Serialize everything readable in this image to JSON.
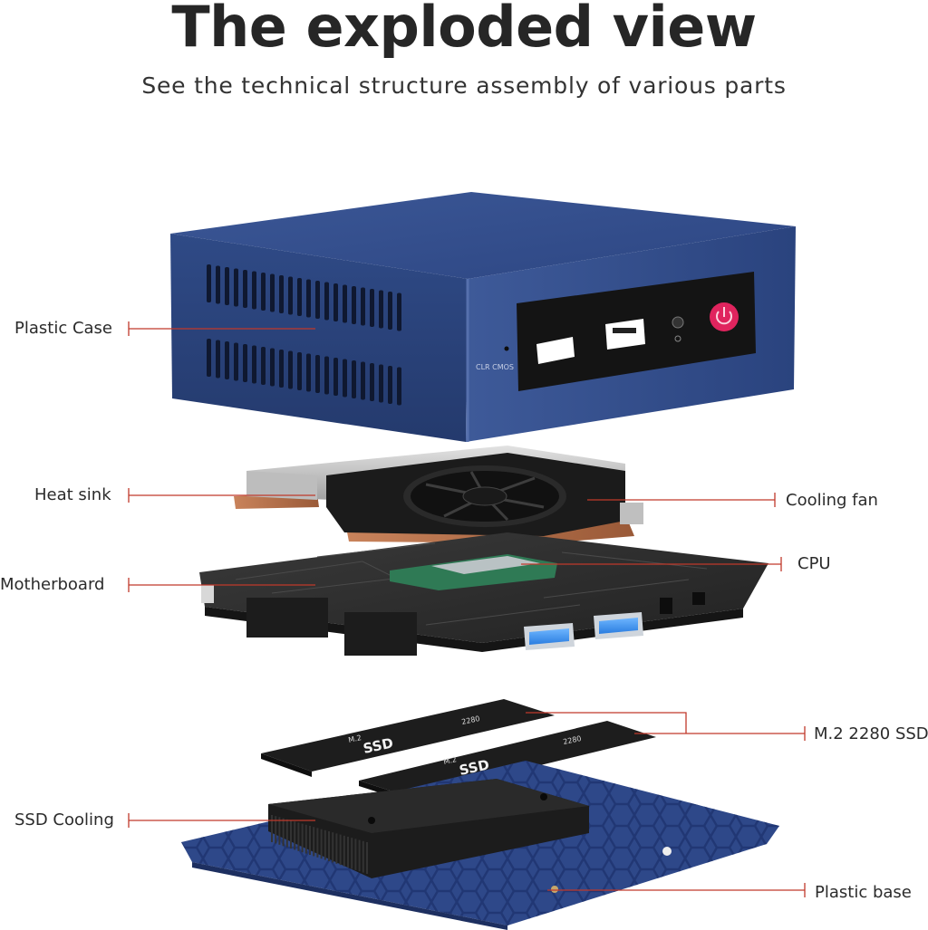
{
  "header": {
    "title": "The exploded view",
    "subtitle": "See the technical structure assembly of various parts"
  },
  "labels": {
    "plastic_case": "Plastic Case",
    "heat_sink": "Heat sink",
    "motherboard": "Motherboard",
    "ssd_cooling": "SSD Cooling",
    "cooling_fan": "Cooling fan",
    "cpu": "CPU",
    "m2_ssd": "M.2 2280 SSD",
    "plastic_base": "Plastic base"
  },
  "device_text": {
    "clr_cmos": "CLR CMOS",
    "ssd_brand_1": "SSD",
    "ssd_model_1": "M.2",
    "ssd_size_1": "2280",
    "ssd_brand_2": "SSD",
    "ssd_model_2": "M.2",
    "ssd_size_2": "2280"
  },
  "colors": {
    "leader_line": "#c0392b",
    "case_blue": "#2f4a86",
    "power_button": "#e0245e"
  }
}
